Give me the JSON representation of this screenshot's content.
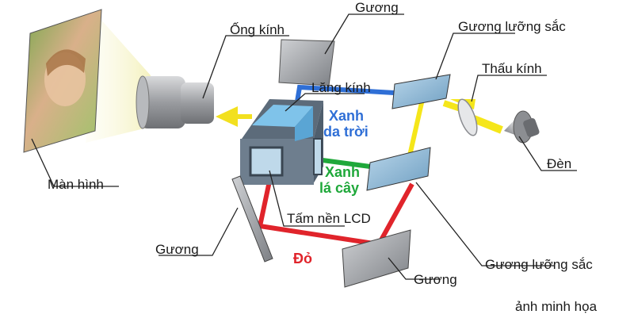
{
  "labels": {
    "screen": "Màn hình",
    "lens": "Ống kính",
    "mirror_top": "Gương",
    "dichroic_top": "Gương lưỡng sắc",
    "condenser": "Thấu kính",
    "lamp": "Đèn",
    "prism": "Lăng kính",
    "blue_channel": [
      "Xanh",
      "da trời"
    ],
    "green_channel": [
      "Xanh",
      "lá cây"
    ],
    "lcd_panel": "Tấm nền LCD",
    "mirror_left": "Gương",
    "red_channel": "Đỏ",
    "mirror_bottom": "Gương",
    "dichroic_bottom": "Gương lưỡng sắc",
    "caption": "ảnh minh họa"
  },
  "colors": {
    "blue_beam": "#2f6fd6",
    "green_beam": "#1fa83a",
    "red_beam": "#e0242b",
    "yellow_beam": "#f5e61a",
    "prism_face": "#7fc3ea",
    "mirror_gray": "#8a8d92"
  }
}
